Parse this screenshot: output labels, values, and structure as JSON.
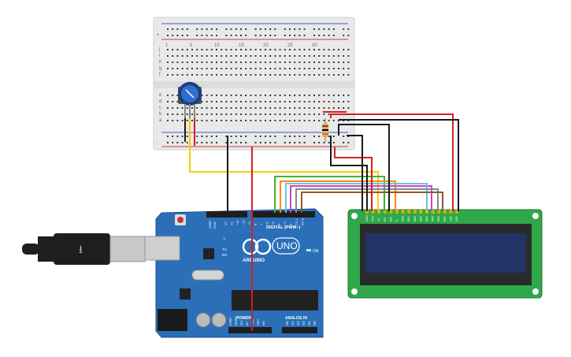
{
  "arduino": {
    "brand": "ARDUINO",
    "model": "UNO",
    "digital_label": "DIGITAL (PWM~)",
    "power_label": "POWER",
    "analog_label": "ANALOG IN",
    "on_label": "ON",
    "tx_label": "TX",
    "rx_label": "RX",
    "l_label": "L",
    "aref_label": "AREF",
    "gnd_label": "GND",
    "analog_pins": [
      "A0",
      "A1",
      "A2",
      "A3",
      "A4",
      "A5"
    ],
    "power_pins": [
      "IOREF",
      "RESET",
      "3V3",
      "5V",
      "GND",
      "GND",
      "VIN"
    ],
    "digital_pins": [
      "13",
      "12",
      "~11",
      "~10",
      "~9",
      "8",
      "7",
      "~6",
      "~5",
      "4",
      "~3",
      "2",
      "TX 1",
      "RX 0"
    ],
    "colors": {
      "board": "#2a6fb8",
      "header": "#1e1e1e",
      "chip": "#222222"
    }
  },
  "lcd": {
    "pin_labels": [
      "GND",
      "VCC",
      "V0",
      "RS",
      "RW",
      "E",
      "DB0",
      "DB1",
      "DB2",
      "DB3",
      "DB4",
      "DB5",
      "DB6",
      "DB7",
      "LED",
      "LED"
    ],
    "colors": {
      "pcb": "#2fa84a",
      "screen": "#223366",
      "bezel": "#2a2a2a"
    }
  },
  "breadboard": {
    "row_letters_top": [
      "j",
      "i",
      "h",
      "g",
      "f"
    ],
    "row_letters_bottom": [
      "e",
      "d",
      "c",
      "b",
      "a"
    ],
    "column_numbers": [
      "1",
      "5",
      "10",
      "15",
      "20",
      "25",
      "30"
    ],
    "colors": {
      "body": "#e6e6e6",
      "red_rail": "#d43a3a",
      "blue_rail": "#3a5fd4",
      "hole": "#3a3a3a"
    }
  },
  "components": {
    "potentiometer": {
      "name": "potentiometer",
      "knob_color": "#2f6fd0"
    },
    "resistor": {
      "name": "resistor",
      "body_color": "#d9b06a"
    },
    "usb": {
      "name": "usb-cable",
      "color": "#1e1e1e"
    }
  },
  "wires": {
    "colors": [
      "#f5d000",
      "#1a1a1a",
      "#d42020",
      "#3bb33b",
      "#ff8a00",
      "#cc44cc",
      "#66c6e0",
      "#888888",
      "#8b5a2b"
    ]
  }
}
